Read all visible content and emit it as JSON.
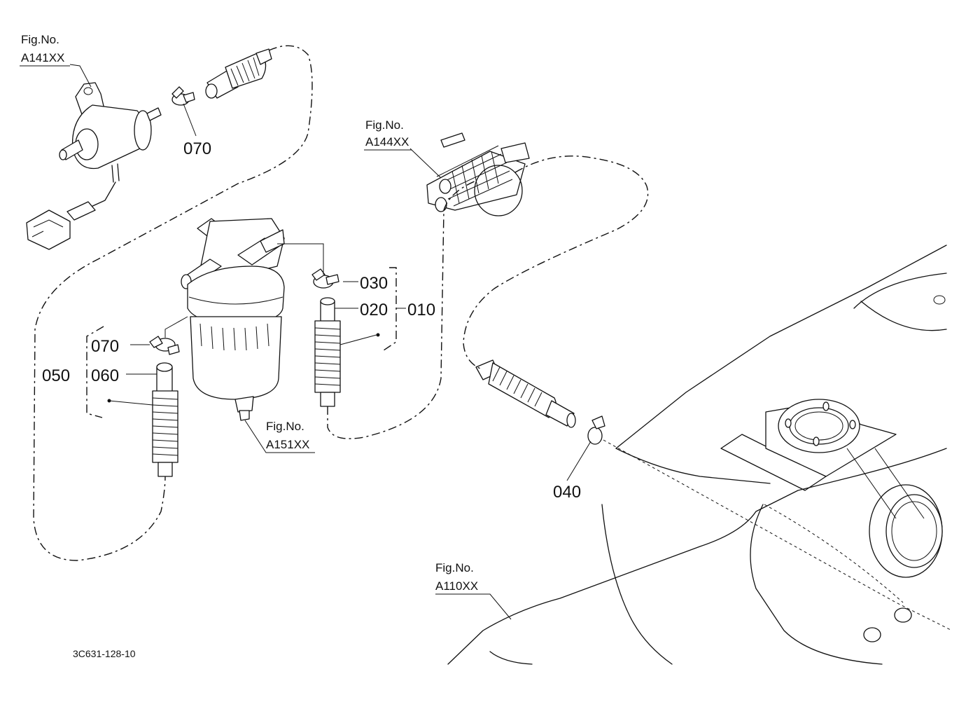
{
  "callouts": {
    "c010": "010",
    "c020": "020",
    "c030": "030",
    "c040": "040",
    "c050": "050",
    "c060": "060",
    "c070_top": "070",
    "c070_left": "070"
  },
  "figure_refs": {
    "pump": {
      "line1": "Fig.No.",
      "line2": "A141XX"
    },
    "grommet": {
      "line1": "Fig.No.",
      "line2": "A144XX"
    },
    "filter": {
      "line1": "Fig.No.",
      "line2": "A151XX"
    },
    "tank": {
      "line1": "Fig.No.",
      "line2": "A110XX"
    }
  },
  "drawing_code": "3C631-128-10"
}
